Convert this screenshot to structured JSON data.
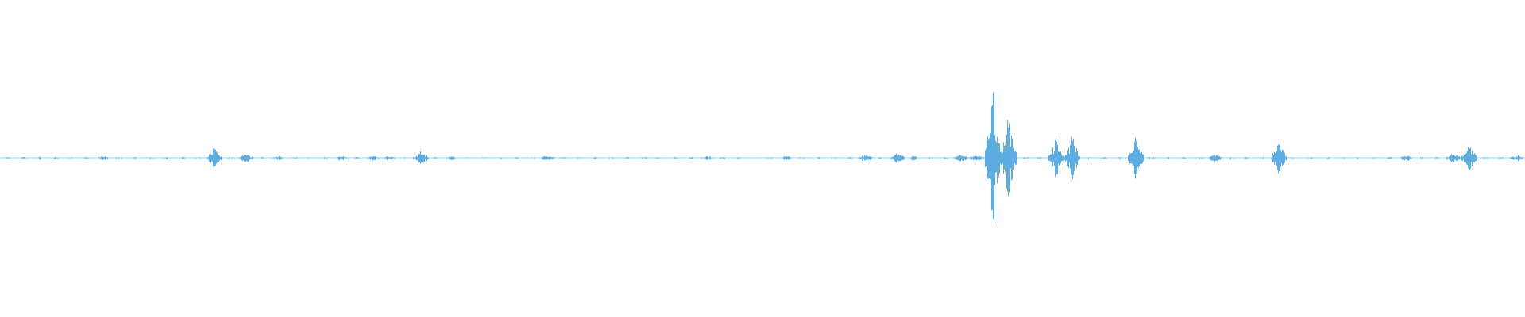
{
  "chart_data": {
    "type": "area",
    "title": "",
    "xlabel": "",
    "ylabel": "",
    "ylim": [
      -1,
      1
    ],
    "grid": false,
    "legend": "none",
    "color": "#5DADE2",
    "baseline": 0,
    "bin_count": 96,
    "envelope_peak_amplitude": [
      0.008,
      0.008,
      0.01,
      0.008,
      0.008,
      0.008,
      0.015,
      0.008,
      0.008,
      0.008,
      0.008,
      0.008,
      0.008,
      0.06,
      0.008,
      0.03,
      0.008,
      0.015,
      0.008,
      0.008,
      0.008,
      0.015,
      0.008,
      0.015,
      0.015,
      0.008,
      0.045,
      0.008,
      0.015,
      0.008,
      0.008,
      0.008,
      0.008,
      0.008,
      0.02,
      0.008,
      0.008,
      0.008,
      0.008,
      0.008,
      0.008,
      0.008,
      0.008,
      0.008,
      0.015,
      0.008,
      0.008,
      0.008,
      0.008,
      0.015,
      0.008,
      0.008,
      0.008,
      0.008,
      0.025,
      0.008,
      0.035,
      0.015,
      0.008,
      0.008,
      0.025,
      0.03,
      0.39,
      0.24,
      0.01,
      0.008,
      0.11,
      0.12,
      0.008,
      0.008,
      0.008,
      0.125,
      0.01,
      0.008,
      0.008,
      0.008,
      0.025,
      0.008,
      0.008,
      0.008,
      0.09,
      0.008,
      0.01,
      0.008,
      0.008,
      0.008,
      0.008,
      0.008,
      0.02,
      0.008,
      0.008,
      0.035,
      0.07,
      0.008,
      0.008,
      0.02
    ]
  }
}
